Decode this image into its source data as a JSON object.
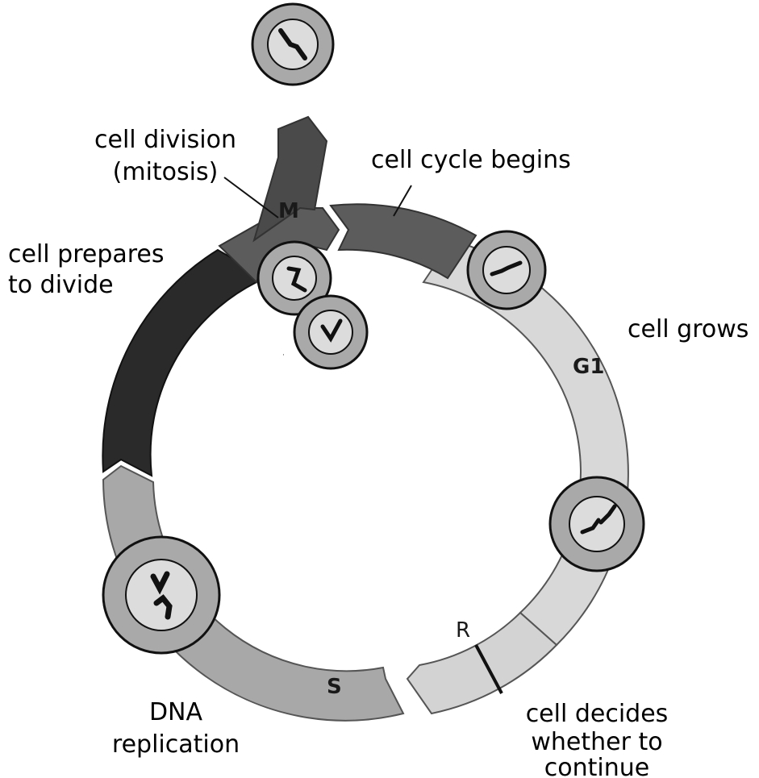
{
  "labels": {
    "cell_division": "cell division",
    "mitosis": "(mitosis)",
    "cycle_begins": "cell cycle begins",
    "prepares_1": "cell prepares",
    "prepares_2": "to divide",
    "grows": "cell grows",
    "dna": "DNA",
    "replication": "replication",
    "decides_1": "cell decides",
    "decides_2": "whether to",
    "decides_3": "continue"
  },
  "segments": {
    "m": "M",
    "g1": "G1",
    "s": "S",
    "r": "R"
  },
  "colors": {
    "m_phase": "#5c5c5c",
    "g2_phase": "#2a2a2a",
    "s_phase": "#a8a8a8",
    "g1_phase": "#d8d8d8",
    "cell_outer": "#a9a9a9",
    "cell_inner": "#dcdcdc",
    "chromosome": "#111111"
  }
}
